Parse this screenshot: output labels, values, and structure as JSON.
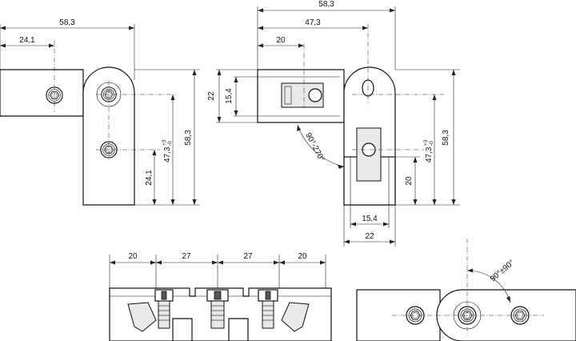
{
  "view_top_left": {
    "overall_width": "58,3",
    "pivot_to_screw": "24,1",
    "overall_height": "58,3",
    "offset_height": "47,3",
    "tolerance_plus": "+3",
    "tolerance_minus": "-0",
    "lower_offset": "24,1"
  },
  "view_top_right": {
    "overall_width": "58,3",
    "offset_width": "47,3",
    "clamp_width": "20",
    "outer_height": "22",
    "inner_height": "15,4",
    "angle_range": "90°-270°",
    "overall_height": "58,3",
    "offset_height": "47,3",
    "tolerance_plus": "+3",
    "tolerance_minus": "-0",
    "clamp_height": "20",
    "inner_width": "15,4",
    "outer_width": "22"
  },
  "view_bottom_left": {
    "spacings": [
      "20",
      "27",
      "27",
      "20"
    ]
  },
  "view_bottom_right": {
    "angle_range": "90°±90°"
  }
}
